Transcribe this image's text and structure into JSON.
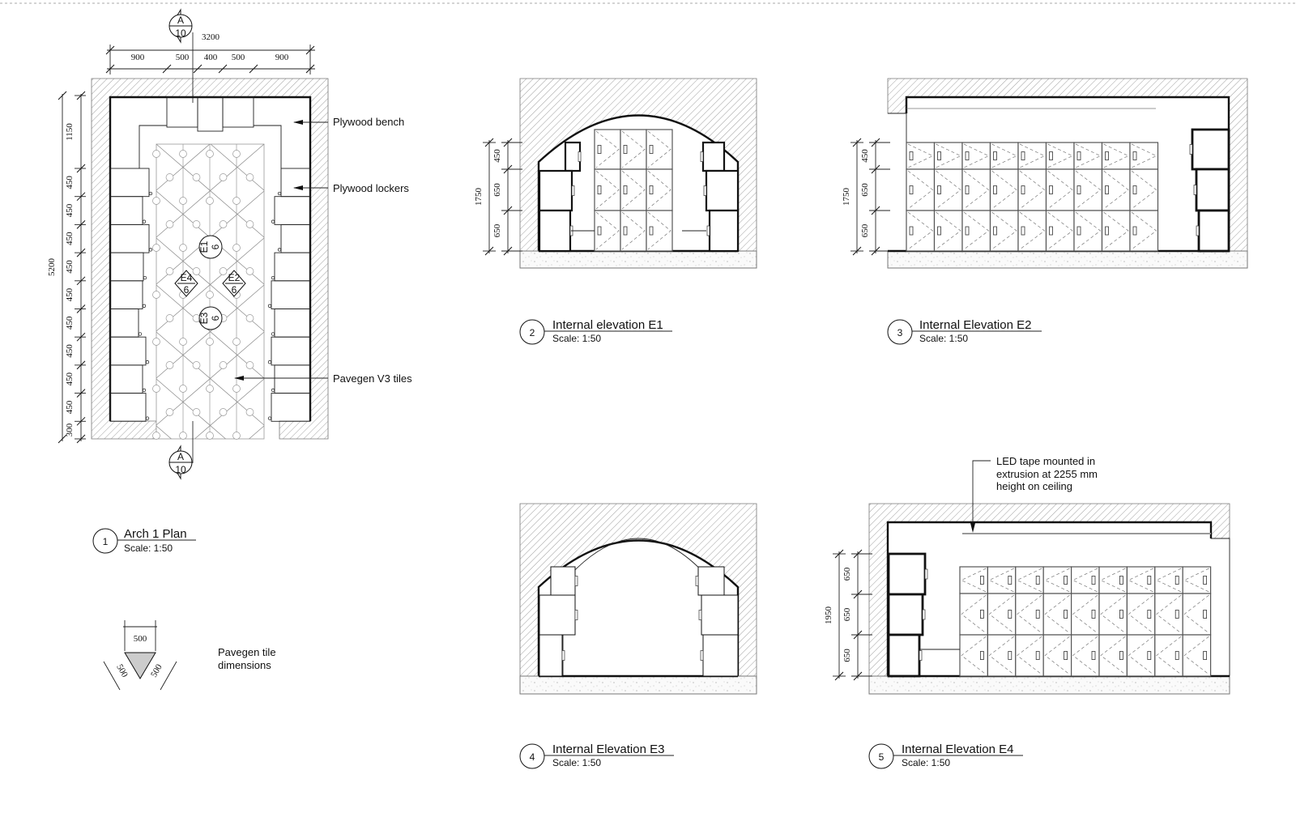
{
  "plan": {
    "number": "1",
    "title": "Arch 1  Plan",
    "scale": "Scale: 1:50",
    "section_marker_top": {
      "letter": "A",
      "sheet": "10"
    },
    "section_marker_bottom": {
      "letter": "A",
      "sheet": "10"
    },
    "dims_top": {
      "total": "3200",
      "segments": [
        "900",
        "500",
        "400",
        "500",
        "900"
      ]
    },
    "dims_left": {
      "total": "5200",
      "segments": [
        "1150",
        "450",
        "450",
        "450",
        "450",
        "450",
        "450",
        "450",
        "450",
        "450",
        "300"
      ]
    },
    "labels": {
      "bench": "Plywood bench",
      "lockers": "Plywood lockers",
      "tiles": "Pavegen V3 tiles"
    },
    "elevation_tags": [
      {
        "id": "E1",
        "sheet": "6"
      },
      {
        "id": "E2",
        "sheet": "6"
      },
      {
        "id": "E3",
        "sheet": "6"
      },
      {
        "id": "E4",
        "sheet": "6"
      }
    ]
  },
  "tile_legend": {
    "dim_top": "500",
    "dim_left": "500",
    "dim_right": "500",
    "label_line1": "Pavegen tile",
    "label_line2": "dimensions"
  },
  "elevations": [
    {
      "number": "2",
      "title": "Internal elevation E1",
      "scale": "Scale: 1:50",
      "total": "1750",
      "segments": [
        "450",
        "650",
        "650"
      ]
    },
    {
      "number": "3",
      "title": "Internal Elevation E2",
      "scale": "Scale: 1:50",
      "total": "1750",
      "segments": [
        "450",
        "650",
        "650"
      ]
    },
    {
      "number": "4",
      "title": "Internal Elevation E3",
      "scale": "Scale: 1:50"
    },
    {
      "number": "5",
      "title": "Internal Elevation E4",
      "scale": "Scale: 1:50",
      "total": "1950",
      "segments": [
        "650",
        "650",
        "650"
      ]
    }
  ],
  "annotation_led": {
    "line1": "LED tape mounted in",
    "line2": "extrusion at 2255 mm",
    "line3": "height on ceiling"
  },
  "colors": {
    "line": "#111111",
    "hatch": "#888888",
    "dash": "#777777"
  }
}
